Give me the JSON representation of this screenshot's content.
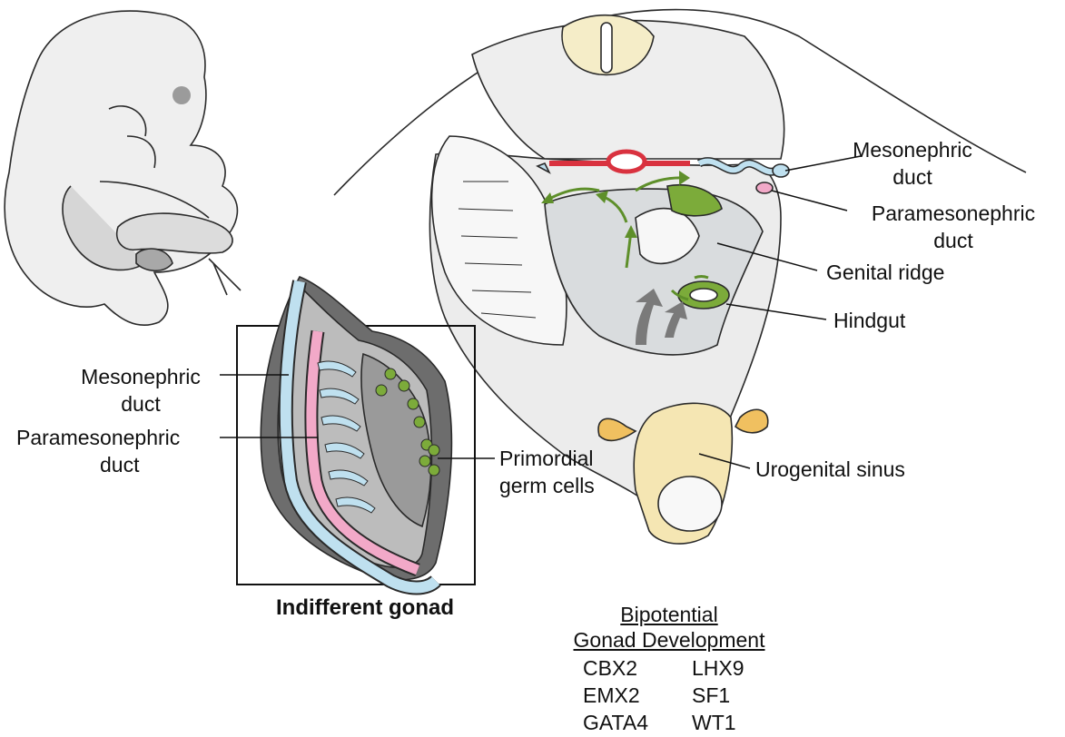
{
  "colors": {
    "outline": "#2a2a2a",
    "body_fill": "#ededed",
    "shade": "#d9dcde",
    "mesonephric": "#bfe0ef",
    "paramesonephric": "#f2a9c8",
    "germ_cell": "#7cab3a",
    "artery": "#d9323f",
    "sinus": "#f5e6b3",
    "gonad_inner": "#9a9a9a"
  },
  "labels": {
    "right_mesonephric": [
      "Mesonephric",
      "duct"
    ],
    "right_paramesonephric": [
      "Paramesonephric",
      "duct"
    ],
    "genital_ridge": "Genital ridge",
    "hindgut": "Hindgut",
    "urogenital_sinus": "Urogenital sinus",
    "left_mesonephric": [
      "Mesonephric",
      "duct"
    ],
    "left_paramesonephric": [
      "Paramesonephric",
      "duct"
    ],
    "primordial_germ_cells": [
      "Primordial",
      "germ cells"
    ],
    "inset_caption": "Indifferent gonad"
  },
  "gene_table": {
    "title_line1": "Bipotential",
    "title_line2": "Gonad Development",
    "genes_left": [
      "CBX2",
      "EMX2",
      "GATA4"
    ],
    "genes_right": [
      "LHX9",
      "SF1",
      "WT1"
    ]
  },
  "icons": {
    "embryo": "embryo-illustration",
    "cross_section": "embryo-cross-section-illustration",
    "gonad": "indifferent-gonad-illustration",
    "migration_arrows": "germ-cell-migration-arrows"
  }
}
